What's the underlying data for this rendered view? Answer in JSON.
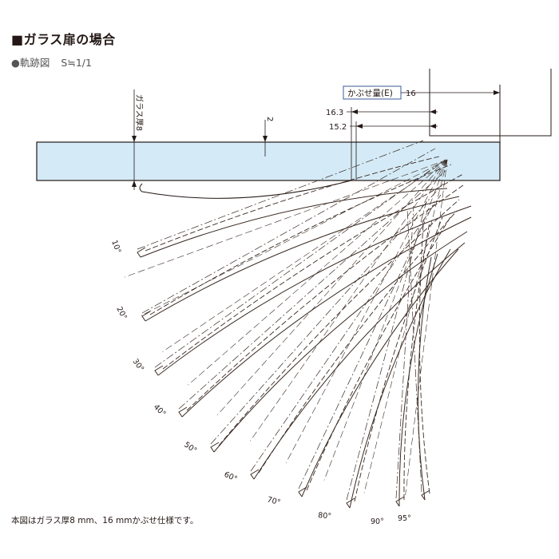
{
  "title": "■ガラス扉の場合",
  "subtitle": {
    "label": "●軌跡図",
    "scale": "S≒1/1"
  },
  "labels": {
    "glass_thickness": "ガラス厚8",
    "overlay": "かぶせ量(E)",
    "overlay_value": "16",
    "dim_16_3": "16.3",
    "dim_15_2": "15.2",
    "dim_2": "2"
  },
  "angles": [
    {
      "label": "10°",
      "deg": 10
    },
    {
      "label": "20°",
      "deg": 20
    },
    {
      "label": "30°",
      "deg": 30
    },
    {
      "label": "40°",
      "deg": 40
    },
    {
      "label": "50°",
      "deg": 50
    },
    {
      "label": "60°",
      "deg": 60
    },
    {
      "label": "70°",
      "deg": 70
    },
    {
      "label": "80°",
      "deg": 80
    },
    {
      "label": "90°",
      "deg": 90
    },
    {
      "label": "95°",
      "deg": 95
    }
  ],
  "footnote": "本図はガラス厚8 mm、16 mmかぶせ仕様です。",
  "colors": {
    "glass_fill": "#d4ebf7",
    "line": "#231815",
    "trajectory": "#3a2a22"
  }
}
